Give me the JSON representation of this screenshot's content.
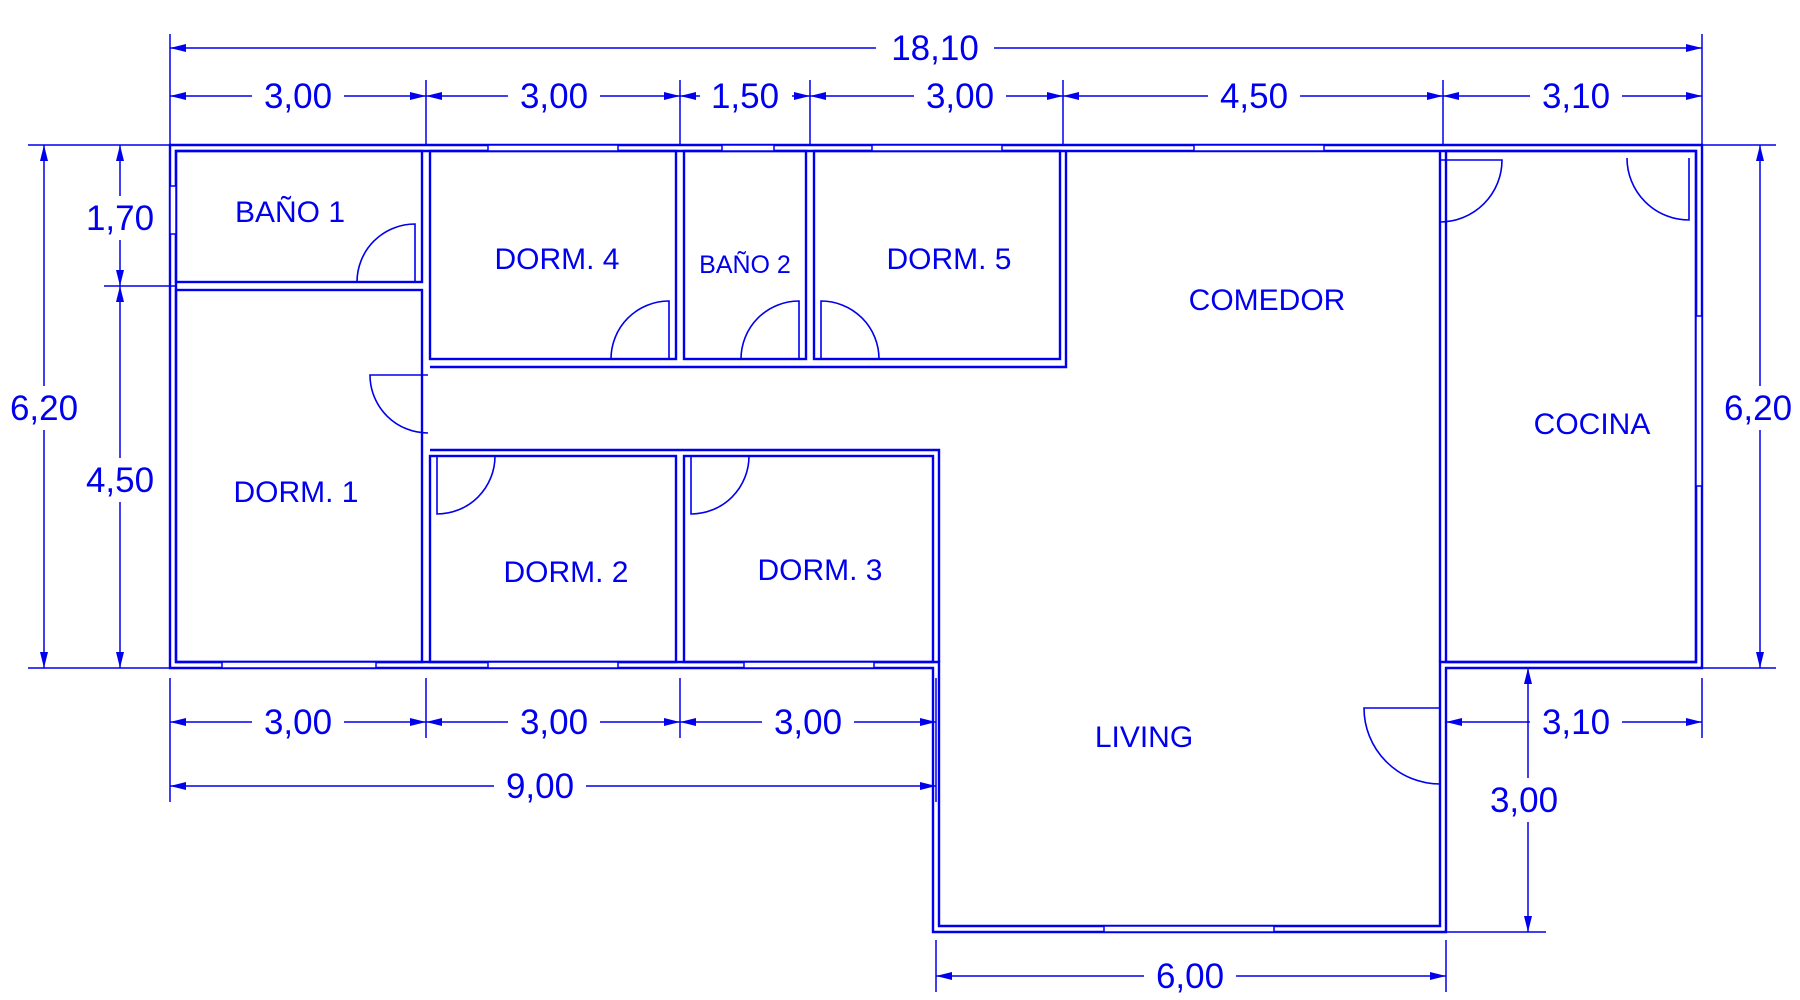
{
  "colors": {
    "line": "#0000ee",
    "background": "#ffffff"
  },
  "rooms": [
    {
      "id": "bano-1",
      "label": "BAÑO 1"
    },
    {
      "id": "dorm-4",
      "label": "DORM. 4"
    },
    {
      "id": "bano-2",
      "label": "BAÑO 2"
    },
    {
      "id": "dorm-5",
      "label": "DORM. 5"
    },
    {
      "id": "comedor",
      "label": "COMEDOR"
    },
    {
      "id": "dorm-1",
      "label": "DORM. 1"
    },
    {
      "id": "cocina",
      "label": "COCINA"
    },
    {
      "id": "dorm-2",
      "label": "DORM. 2"
    },
    {
      "id": "dorm-3",
      "label": "DORM. 3"
    },
    {
      "id": "living",
      "label": "LIVING"
    }
  ],
  "dimensions": {
    "top_total": "18,10",
    "top_segments": [
      "3,00",
      "3,00",
      "1,50",
      "3,00",
      "4,50",
      "3,10"
    ],
    "left_total": "6,20",
    "left_segments": [
      "1,70",
      "4,50"
    ],
    "right_total": "6,20",
    "bottom_segments": [
      "3,00",
      "3,00",
      "3,00"
    ],
    "bottom_total_left": "9,00",
    "kitchen_bottom_width": "3,10",
    "living_extension_depth": "3,00",
    "living_width": "6,00"
  }
}
